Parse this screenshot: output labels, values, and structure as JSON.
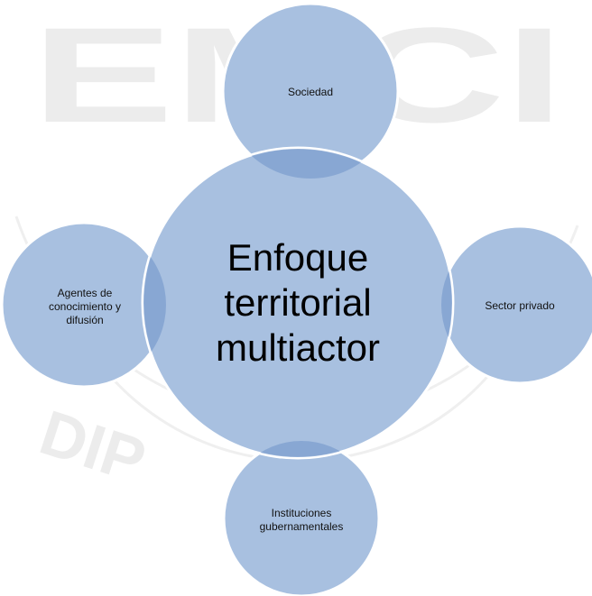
{
  "watermark": {
    "text": "EMCI",
    "arc_text": "DIP"
  },
  "colors": {
    "circle_fill": "#a8c0e0",
    "circle_stroke": "#ffffff",
    "overlap_fill": "#7e9fcf",
    "text": "#000000"
  },
  "diagram": {
    "center": {
      "label": "Enfoque territorial multiactor"
    },
    "nodes": [
      {
        "id": "top",
        "label": "Sociedad"
      },
      {
        "id": "right",
        "label": "Sector privado"
      },
      {
        "id": "bottom",
        "label": "Instituciones gubernamentales"
      },
      {
        "id": "left",
        "label": "Agentes de conocimiento y difusión"
      }
    ]
  }
}
